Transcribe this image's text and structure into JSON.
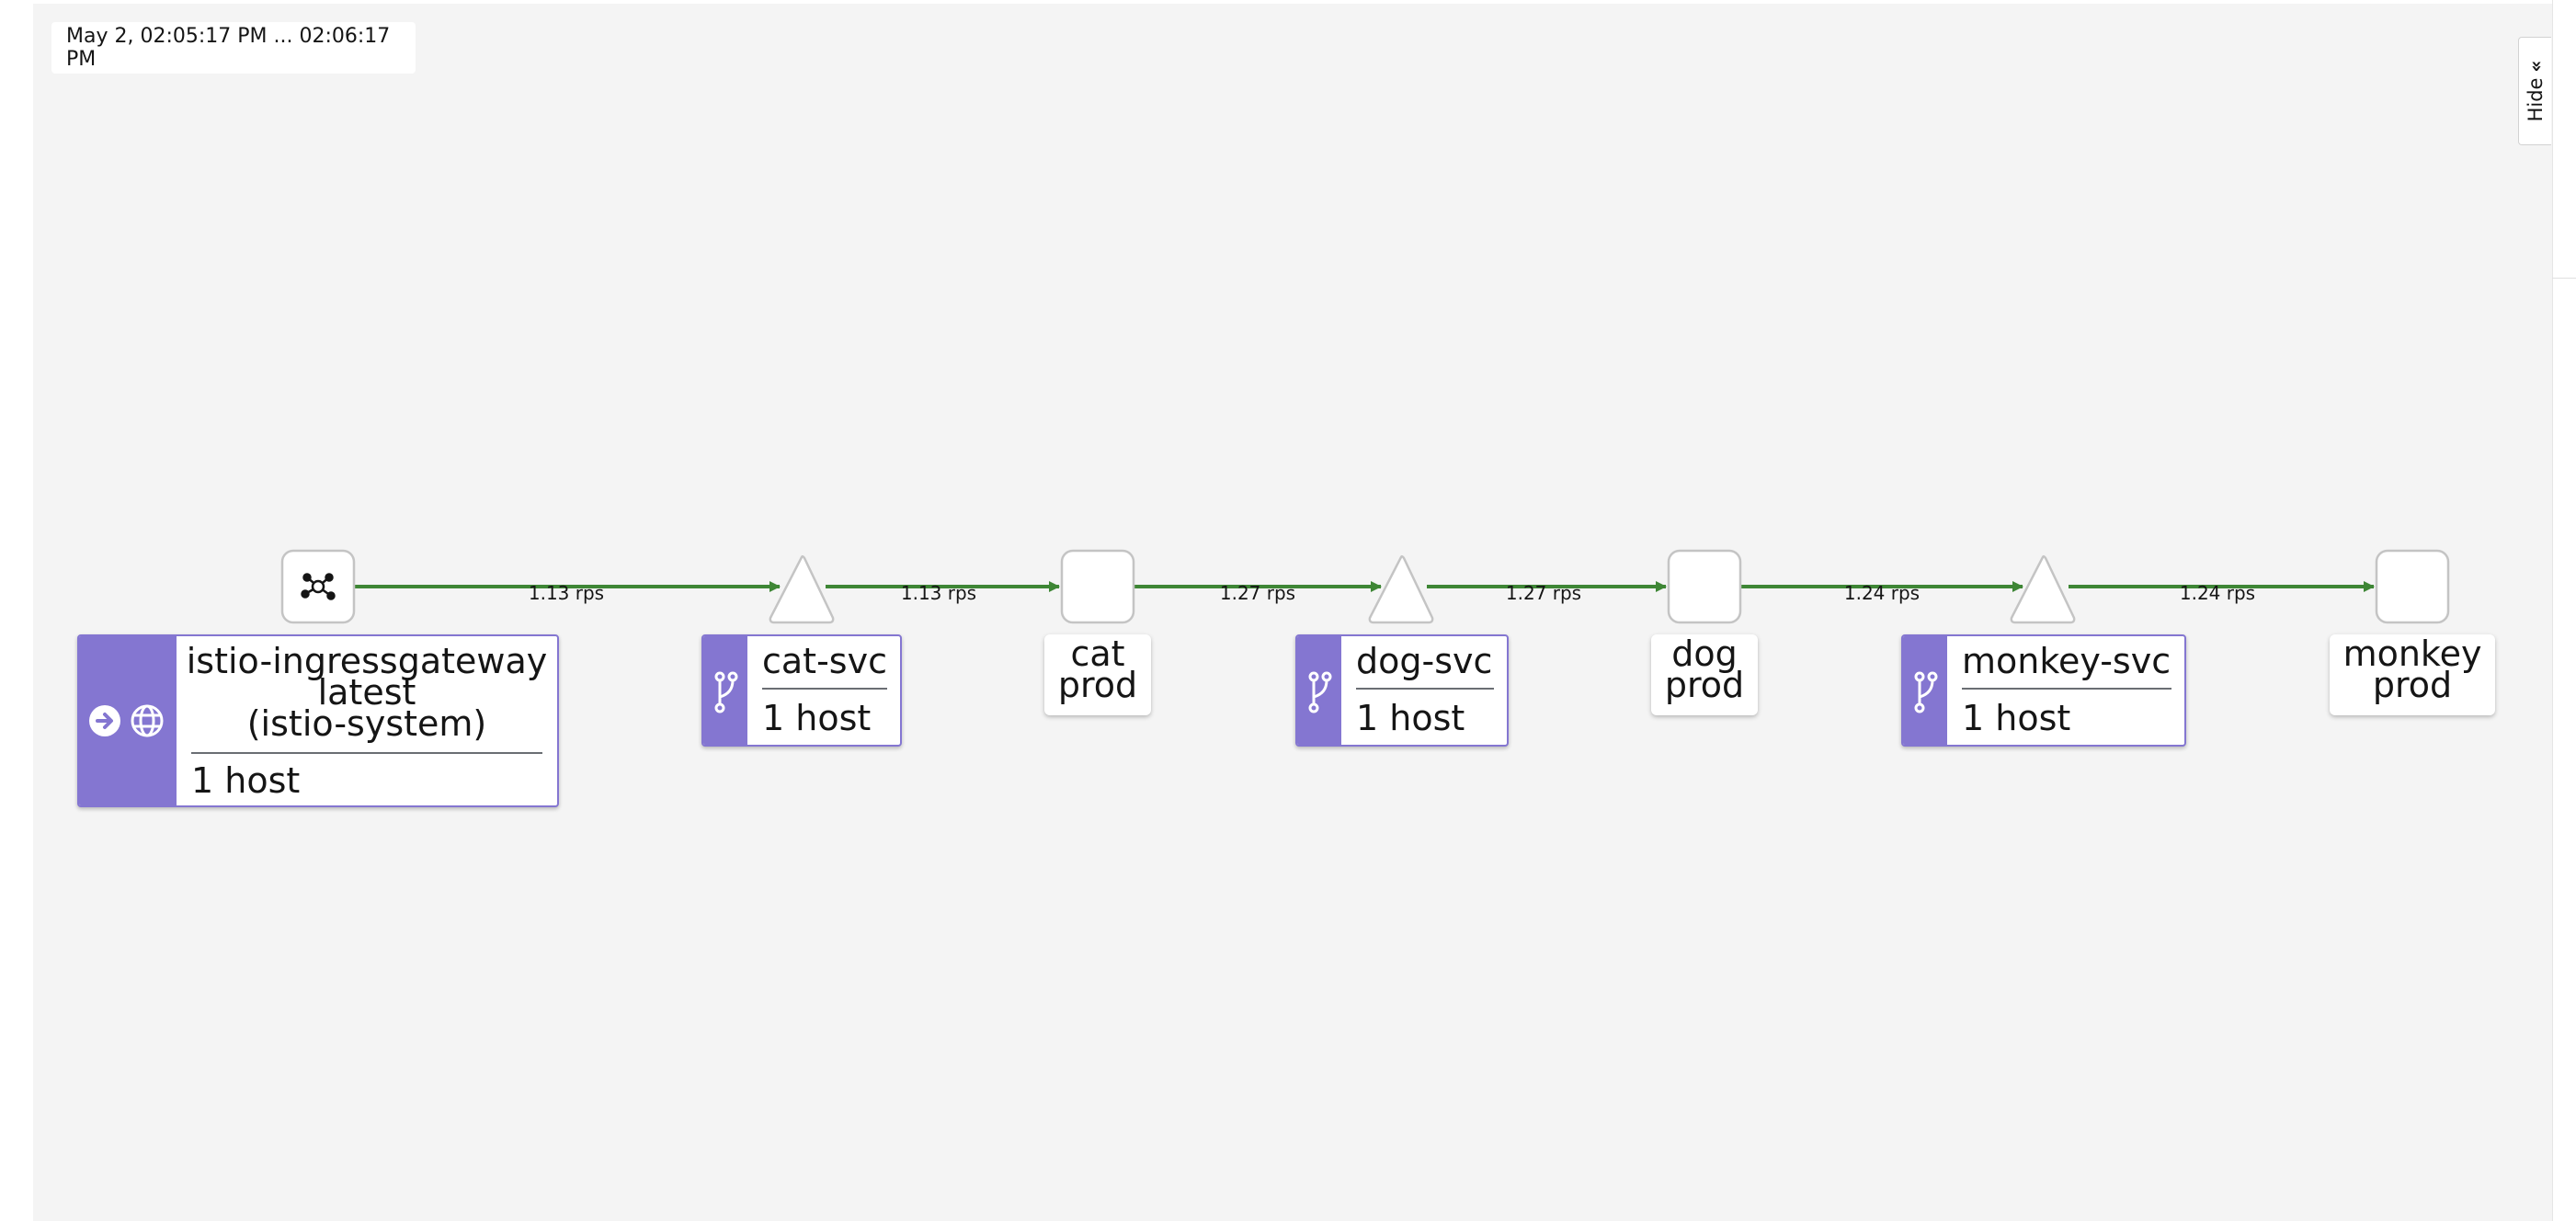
{
  "time_range": "May 2, 02:05:17 PM ... 02:06:17 PM",
  "hide_toggle": {
    "label": "Hide",
    "icon": "double-chevron-right-icon"
  },
  "colors": {
    "accent": "#8476d1",
    "edge": "#3e8635",
    "canvas": "#f4f4f4"
  },
  "edges": [
    {
      "label": "1.13 rps"
    },
    {
      "label": "1.13 rps"
    },
    {
      "label": "1.27 rps"
    },
    {
      "label": "1.27 rps"
    },
    {
      "label": "1.24 rps"
    },
    {
      "label": "1.24 rps"
    }
  ],
  "gateway": {
    "name": "istio-ingressgateway",
    "version": "latest",
    "namespace": "(istio-system)",
    "hosts": "1 host",
    "icons": [
      "arrow-circle-right-icon",
      "globe-icon",
      "mesh-topology-icon"
    ]
  },
  "services": [
    {
      "name": "cat-svc",
      "hosts": "1 host",
      "icon": "code-branch-icon"
    },
    {
      "name": "dog-svc",
      "hosts": "1 host",
      "icon": "code-branch-icon"
    },
    {
      "name": "monkey-svc",
      "hosts": "1 host",
      "icon": "code-branch-icon"
    }
  ],
  "workloads": [
    {
      "line1": "cat",
      "line2": "prod"
    },
    {
      "line1": "dog",
      "line2": "prod"
    },
    {
      "line1": "monkey",
      "line2": "prod"
    }
  ]
}
